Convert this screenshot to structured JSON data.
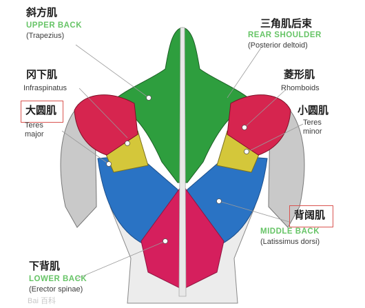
{
  "labels": {
    "trapezius": {
      "cn": "斜方肌",
      "en": "UPPER BACK",
      "latin": "(Trapezius)"
    },
    "infraspinatus": {
      "cn": "冈下肌",
      "latin": "Infraspinatus"
    },
    "teres_major": {
      "cn": "大圆肌",
      "latin_1": "Teres",
      "latin_2": "major"
    },
    "rear_deltoid": {
      "cn": "三角肌后束",
      "en": "REAR SHOULDER",
      "latin": "(Posterior deltoid)"
    },
    "rhomboids": {
      "cn": "菱形肌",
      "latin": "Rhomboids"
    },
    "teres_minor": {
      "cn": "小圆肌",
      "latin_1": "Teres",
      "latin_2": "minor"
    },
    "latissimus": {
      "cn": "背阔肌",
      "en": "MIDDLE BACK",
      "latin": "(Latissimus dorsi)"
    },
    "erector": {
      "cn": "下背肌",
      "en": "LOWER BACK",
      "latin": "(Erector spinae)"
    }
  },
  "watermark": "Bai 百科",
  "colors": {
    "trapezius": "#2e9e3e",
    "deltoid": "#d6254f",
    "latissimus": "#2a73c4",
    "erector": "#d51f5d",
    "rhomboid_yellow": "#d4c73a",
    "spine": "#e8e8e8",
    "arm": "#c9c9c9"
  }
}
